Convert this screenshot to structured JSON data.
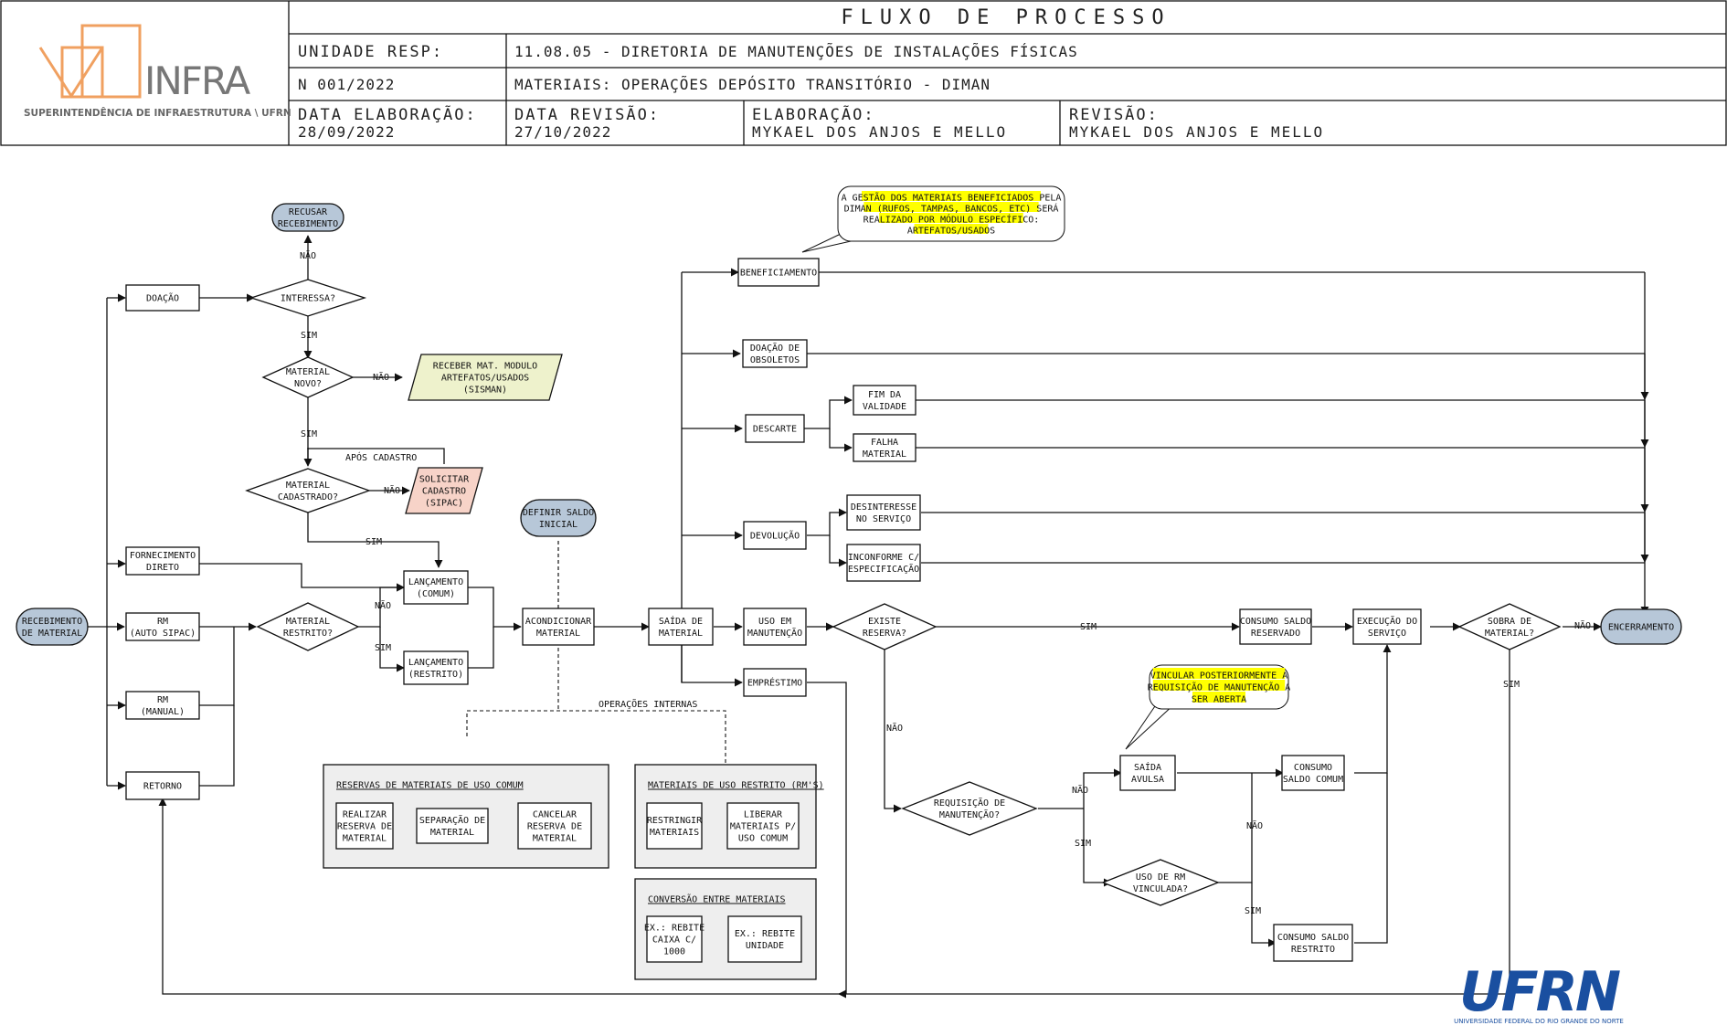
{
  "header": {
    "title": "FLUXO DE PROCESSO",
    "logo_text": "INFRA",
    "logo_subtitle": "SUPERINTENDÊNCIA DE INFRAESTRUTURA \\ UFRN",
    "unidade_label": "UNIDADE RESP:",
    "unidade_value": "11.08.05 - DIRETORIA DE MANUTENÇÕES DE INSTALAÇÕES FÍSICAS",
    "numero": "N  001/2022",
    "materiais": "MATERIAIS: OPERAÇÕES DEPÓSITO TRANSITÓRIO - DIMAN",
    "data_elab_label": "DATA ELABORAÇÃO:",
    "data_elab_value": "28/09/2022",
    "data_rev_label": "DATA REVISÃO:",
    "data_rev_value": "27/10/2022",
    "elaboracao_label": "ELABORAÇÃO:",
    "elaboracao_value": "MYKAEL DOS ANJOS E MELLO",
    "revisao_label": "REVISÃO:",
    "revisao_value": "MYKAEL DOS ANJOS E MELLO"
  },
  "colors": {
    "terminator": "#b7c7d8",
    "green_io": "#eef2cc",
    "red_io": "#f7d3c8",
    "note_yellow": "#ffff00",
    "group_gray": "#eeeeee",
    "logo_orange": "#f0a060",
    "ufrn_blue": "#1a4fa0"
  },
  "nodes": {
    "recusar": "RECUSAR|RECEBIMENTO",
    "doacao": "DOAÇÃO",
    "interessa": "INTERESSA?",
    "material_novo": "MATERIAL|NOVO?",
    "receber_mat": "RECEBER MAT. MODULO|ARTEFATOS/USADOS|(SISMAN)",
    "material_cadastrado": "MATERIAL|CADASTRADO?",
    "solicitar": "SOLICITAR|CADASTRO|(SIPAC)",
    "fornecimento": "FORNECIMENTO|DIRETO",
    "recebimento": "RECEBIMENTO|DE MATERIAL",
    "rm_auto": "RM|(AUTO SIPAC)",
    "rm_manual": "RM|(MANUAL)",
    "retorno": "RETORNO",
    "material_restrito": "MATERIAL|RESTRITO?",
    "lanc_comum": "LANÇAMENTO|(COMUM)",
    "lanc_restrito": "LANÇAMENTO|(RESTRITO)",
    "definir_saldo": "DEFINIR SALDO|INICIAL",
    "acondicionar": "ACONDICIONAR|MATERIAL",
    "saida_material": "SAÍDA DE|MATERIAL",
    "beneficiamento": "BENEFICIAMENTO",
    "doacao_obsoletos": "DOAÇÃO DE|OBSOLETOS",
    "descarte": "DESCARTE",
    "fim_validade": "FIM DA|VALIDADE",
    "falha_material": "FALHA|MATERIAL",
    "devolucao": "DEVOLUÇÃO",
    "desinteresse": "DESINTERESSE|NO SERVIÇO",
    "inconforme": "INCONFORME C/|ESPECIFICAÇÃO",
    "uso_manutencao": "USO EM|MANUTENÇÃO",
    "emprestimo": "EMPRÉSTIMO",
    "existe_reserva": "EXISTE|RESERVA?",
    "consumo_reservado": "CONSUMO SALDO|RESERVADO",
    "execucao_servico": "EXECUÇÃO DO|SERVIÇO",
    "sobra_material": "SOBRA DE|MATERIAL?",
    "encerramento": "ENCERRAMENTO",
    "requisicao": "REQUISIÇÃO DE|MANUTENÇÃO?",
    "saida_avulsa": "SAÍDA|AVULSA",
    "consumo_comum": "CONSUMO|SALDO COMUM",
    "uso_rm": "USO DE RM|VINCULADA?",
    "consumo_restrito": "CONSUMO SALDO|RESTRITO",
    "note_beneficiamento": "A GESTÃO DOS MATERIAIS BENEFICIADOS PELA|DIMAN (RUFOS, TAMPAS, BANCOS, ETC) SERÁ|REALIZADO POR MÓDULO ESPECÍFICO:|ARTEFATOS/USADOS",
    "note_vincular": "VINCULAR POSTERIORMENTE  A|REQUISIÇÃO DE MANUTENÇÃO A|SER ABERTA",
    "grp_reservas": "RESERVAS DE MATERIAIS DE USO COMUM",
    "realizar_reserva": "REALIZAR|RESERVA DE|MATERIAL",
    "separacao": "SEPARAÇÃO DE|MATERIAL",
    "cancelar_reserva": "CANCELAR|RESERVA DE|MATERIAL",
    "grp_restrito": "MATERIAIS DE USO RESTRITO (RM'S)",
    "restringir": "RESTRINGIR|MATERIAIS",
    "liberar": "LIBERAR|MATERIAIS P/|USO COMUM",
    "grp_conversao": "CONVERSÃO ENTRE MATERIAIS",
    "rebite_caixa": "EX.: REBITE|CAIXA C/|1000",
    "rebite_unidade": "EX.: REBITE|UNIDADE",
    "operacoes_internas": "OPERAÇÕES INTERNAS",
    "apos_cadastro": "APÓS CADASTRO",
    "ufrn_logo": "UFRN",
    "ufrn_tagline": "UNIVERSIDADE FEDERAL DO RIO GRANDE DO NORTE"
  },
  "edge_labels": {
    "sim": "SIM",
    "nao": "NÃO"
  }
}
